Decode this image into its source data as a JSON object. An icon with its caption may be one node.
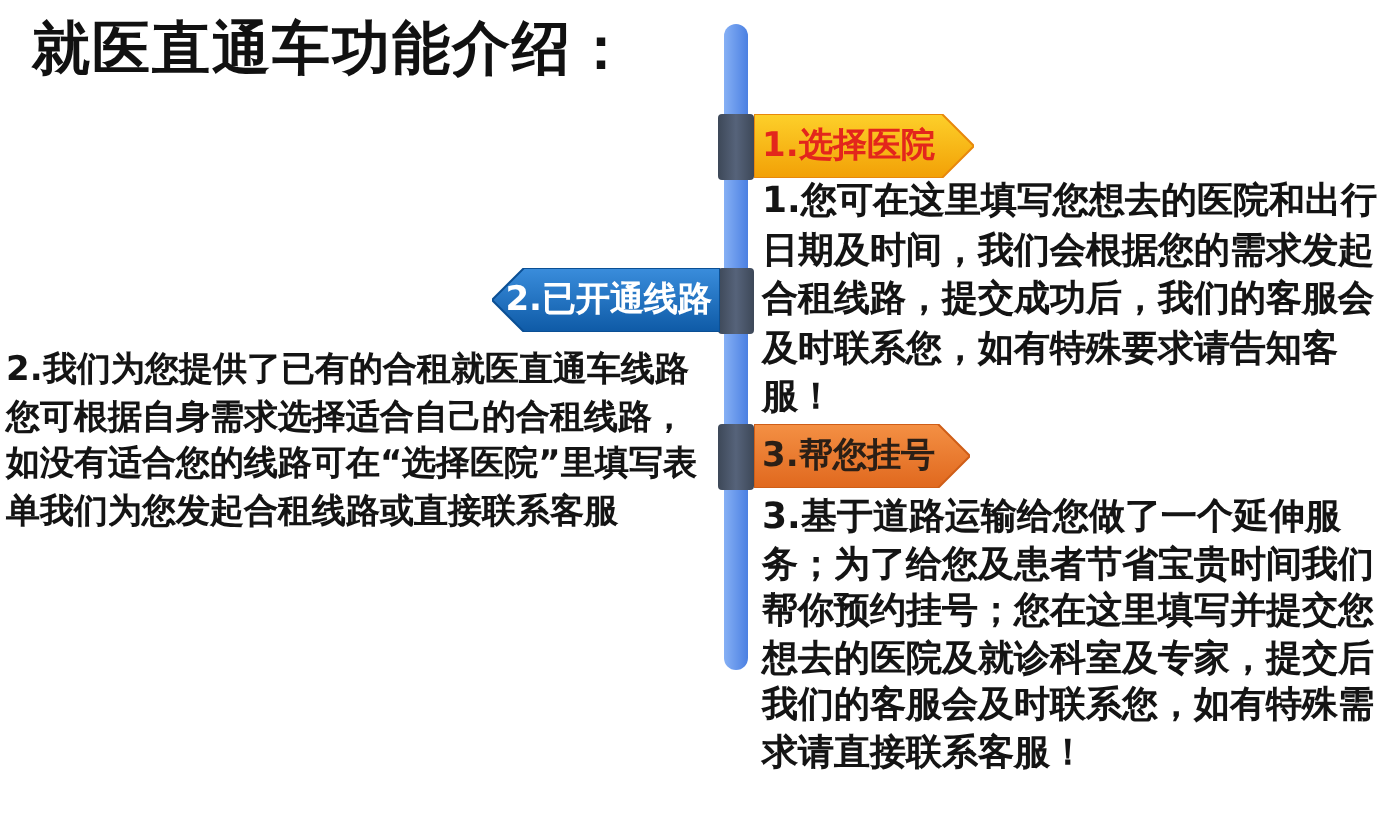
{
  "diagram": {
    "title": "就医直通车功能介绍：",
    "nodes": [
      {
        "text": [
          "1.选择医院"
        ],
        "beside": [
          "1.您可在这里填写您想去的医院和出行日期及时间，我们会根据您的需求发起合租线路，提交成功后，我们的客服会及时联系您，如有特殊要求请告知客服！"
        ]
      },
      {
        "text": [
          "2.已开通线路"
        ],
        "beside": [
          "2.我们为您提供了已有的合租就医直通车线路您可根据自身需求选择适合自己的合租线路，如没有适合您的线路可在“选择医院”里填写表单我们为您发起合租线路或直接联系客服"
        ]
      },
      {
        "text": [
          "3.帮您挂号"
        ],
        "beside": [
          "3.基于道路运输给您做了一个延伸服务；为了给您及患者节省宝贵时间我们帮你预约挂号；您在这里填写并提交您想去的医院及就诊科室及专家，提交后我们的客服会及时联系您，如有特殊需求请直接联系客服！"
        ]
      }
    ]
  }
}
